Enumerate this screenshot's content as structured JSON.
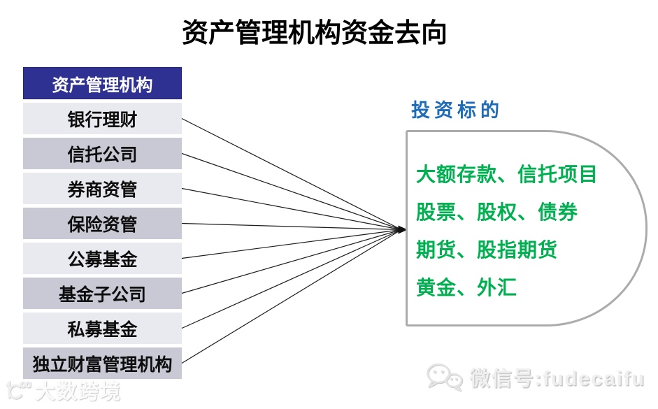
{
  "title": "资产管理机构资金去向",
  "table": {
    "header": "资产管理机构",
    "rows": [
      "银行理财",
      "信托公司",
      "券商资管",
      "保险资管",
      "公募基金",
      "基金子公司",
      "私募基金",
      "独立财富管理机构"
    ]
  },
  "target": {
    "label": "投资标的",
    "lines": [
      "大额存款、信托项目",
      "股票、股权、债券",
      "期货、股指期货",
      "黄金、外汇"
    ]
  },
  "watermarks": {
    "bottom_right": "微信号:fudecaifu",
    "bottom_left": "大数跨境"
  },
  "icons": {
    "wechat": "wechat-bubbles-icon",
    "logo": "dashu-logo-icon"
  },
  "colors": {
    "header_bg": "#2E3192",
    "header_text": "#FFFFFF",
    "row_dark": "#C9C9D5",
    "row_light": "#E9E9F0",
    "target_label": "#1E6CB8",
    "target_text": "#00B050",
    "shape_border": "#ABABAB",
    "connector": "#1C1C1C",
    "title_text": "#000000"
  }
}
